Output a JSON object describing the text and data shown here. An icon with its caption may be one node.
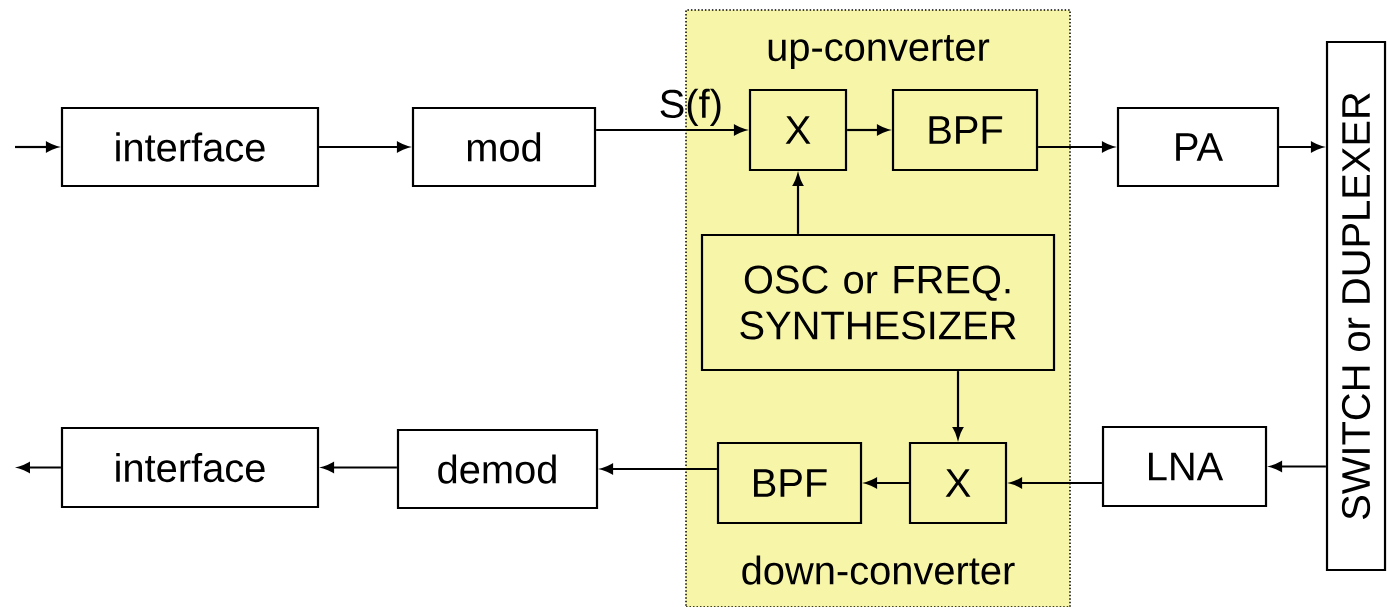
{
  "diagram": {
    "nodes": [
      {
        "text": [
          "up-converter",
          "down-converter"
        ]
      },
      {
        "text": [
          "interface"
        ]
      },
      {
        "text": [
          "mod"
        ]
      },
      {
        "text": [
          "X"
        ],
        "in": 0
      },
      {
        "text": [
          "BPF"
        ],
        "in": 0
      },
      {
        "text": [
          "OSC or FREQ. SYNTHESIZER"
        ],
        "in": 0
      },
      {
        "text": [
          "PA"
        ]
      },
      {
        "text": [
          "SWITCH or DUPLEXER"
        ]
      },
      {
        "text": [
          "interface"
        ]
      },
      {
        "text": [
          "demod"
        ]
      },
      {
        "text": [
          "BPF"
        ],
        "in": 0
      },
      {
        "text": [
          "X"
        ],
        "in": 0
      },
      {
        "text": [
          "LNA"
        ]
      }
    ],
    "edges": [
      {
        "from": null,
        "to": 1,
        "arrow": "to"
      },
      {
        "from": 1,
        "to": 2,
        "arrow": "to"
      },
      {
        "from": 2,
        "to": 3,
        "arrow": "to",
        "label": "S(f)"
      },
      {
        "from": 3,
        "to": 4,
        "arrow": "to"
      },
      {
        "from": 4,
        "to": 6,
        "arrow": "to"
      },
      {
        "from": 6,
        "to": 7,
        "arrow": "to"
      },
      {
        "from": 5,
        "to": 3,
        "arrow": "to"
      },
      {
        "from": 5,
        "to": 11,
        "arrow": "to"
      },
      {
        "from": 7,
        "to": 12,
        "arrow": "to"
      },
      {
        "from": 12,
        "to": 11,
        "arrow": "to"
      },
      {
        "from": 11,
        "to": 10,
        "arrow": "to"
      },
      {
        "from": 10,
        "to": 9,
        "arrow": "to"
      },
      {
        "from": 9,
        "to": 8,
        "arrow": "to"
      },
      {
        "from": 8,
        "to": null,
        "arrow": "to"
      }
    ]
  }
}
